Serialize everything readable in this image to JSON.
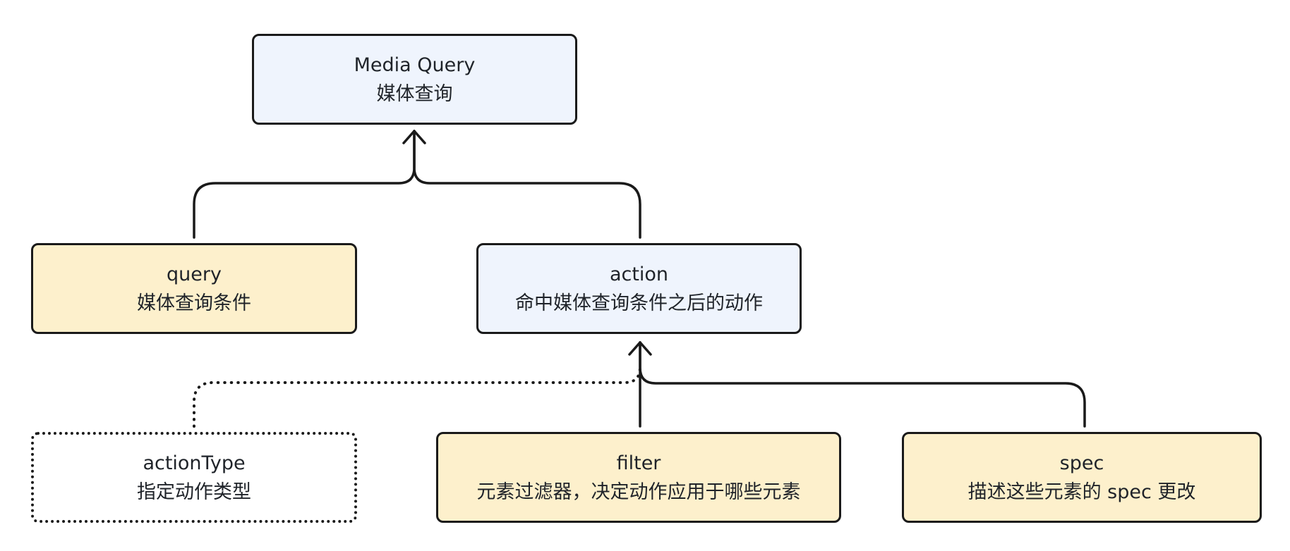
{
  "colors": {
    "stroke": "#1a1a1a",
    "blue_fill": "#eff4fd",
    "yellow_fill": "#fdf0cc",
    "text": "#1f2329"
  },
  "nodes": {
    "media_query": {
      "title": "Media Query",
      "subtitle": "媒体查询"
    },
    "query": {
      "title": "query",
      "subtitle": "媒体查询条件"
    },
    "action": {
      "title": "action",
      "subtitle": "命中媒体查询条件之后的动作"
    },
    "action_type": {
      "title": "actionType",
      "subtitle": "指定动作类型"
    },
    "filter": {
      "title": "filter",
      "subtitle": "元素过滤器，决定动作应用于哪些元素"
    },
    "spec": {
      "title": "spec",
      "subtitle": "描述这些元素的 spec 更改"
    }
  }
}
